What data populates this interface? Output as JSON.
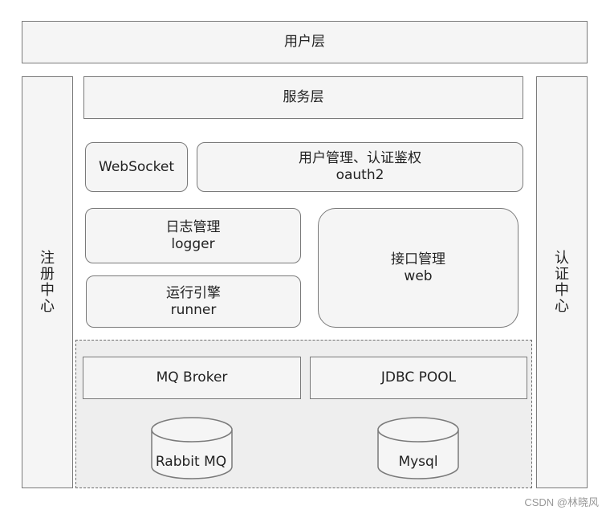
{
  "user_layer": "用户层",
  "service_layer": "服务层",
  "registry": [
    "注",
    "册",
    "中",
    "心"
  ],
  "auth_center": [
    "认",
    "证",
    "中",
    "心"
  ],
  "websocket": "WebSocket",
  "user_mgmt": {
    "title": "用户管理、认证鉴权",
    "sub": "oauth2"
  },
  "log_mgmt": {
    "title": "日志管理",
    "sub": "logger"
  },
  "runner": {
    "title": "运行引擎",
    "sub": "runner"
  },
  "api_mgmt": {
    "title": "接口管理",
    "sub": "web"
  },
  "mq_broker": "MQ Broker",
  "jdbc_pool": "JDBC POOL",
  "rabbitmq": "Rabbit MQ",
  "mysql": "Mysql",
  "watermark": "CSDN @林晓风"
}
